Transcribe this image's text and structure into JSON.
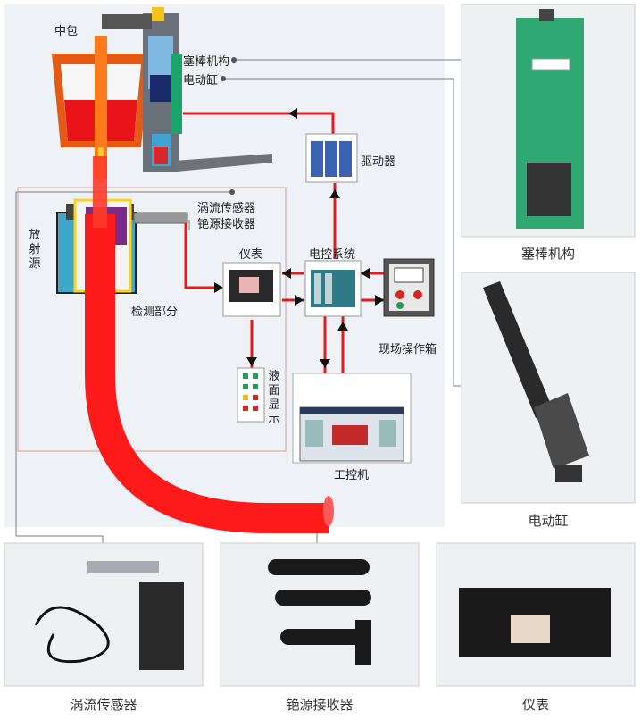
{
  "labels": {
    "zhongbao": "中包",
    "saibang_jigou": "塞棒机构",
    "diandong_gang": "电动缸",
    "qudongqi": "驱动器",
    "woliu_chuanganqi": "涡流传感器",
    "jueyuan_jieshouqi": "铯源接收器",
    "fangsheyuan": "放射源",
    "yibiao": "仪表",
    "diankong_xitong": "电控系统",
    "jiance_bufen": "检测部分",
    "xianchang_caozuoxiang": "现场操作箱",
    "yemian_xianshi": "液面显示",
    "gongkongji": "工控机"
  },
  "captions": {
    "saibang_jigou": "塞棒机构",
    "diandong_gang": "电动缸",
    "woliu_chuanganqi": "涡流传感器",
    "jueyuan_jieshouqi": "铯源接收器",
    "yibiao": "仪表"
  },
  "colors": {
    "steel": "#ff1a1a",
    "signal": "#e31b1b",
    "tundish": "#e25a14",
    "stopper_green": "#1aa36b",
    "leader": "#7a7f86"
  }
}
